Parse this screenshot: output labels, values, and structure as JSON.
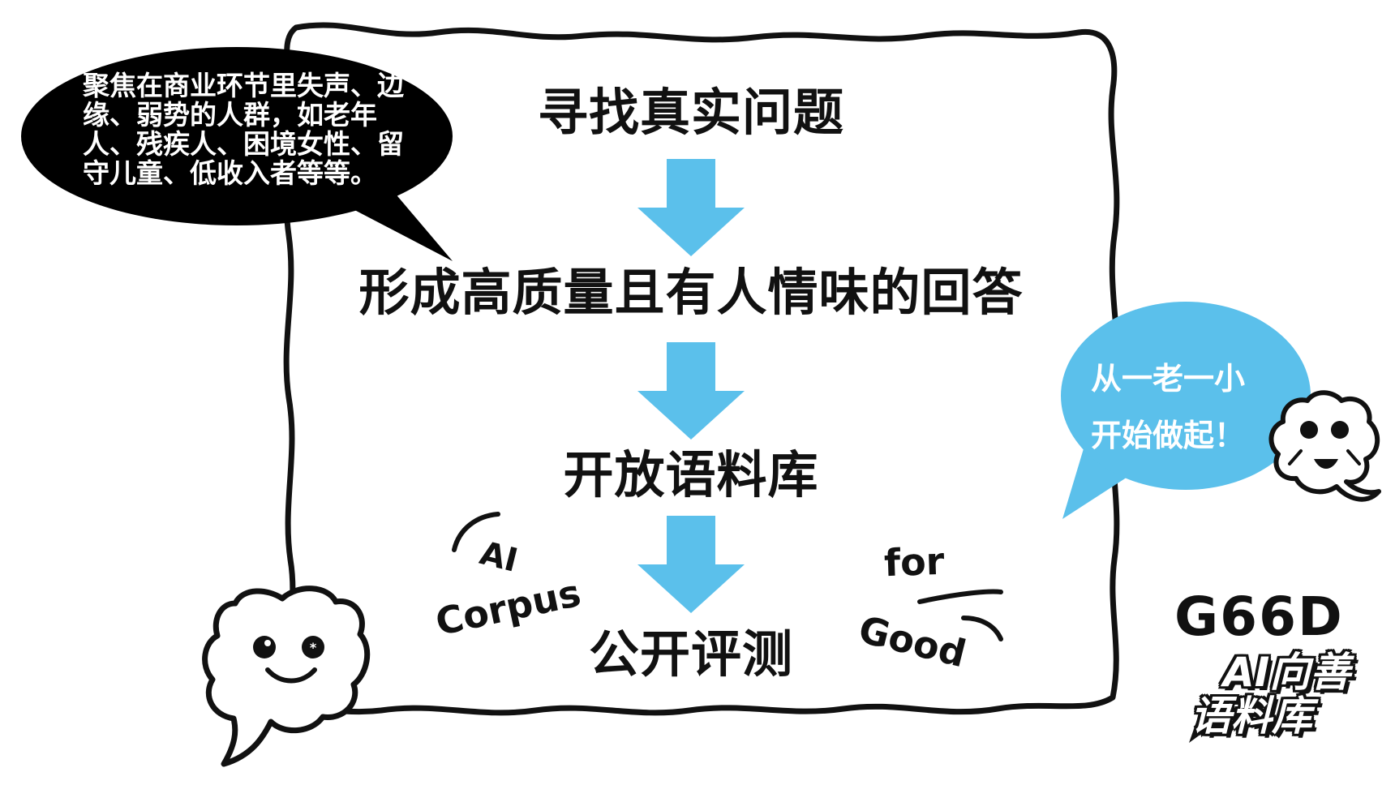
{
  "flow": {
    "steps": [
      {
        "label": "寻找真实问题"
      },
      {
        "label": "形成高质量且有人情味的回答"
      },
      {
        "label": "开放语料库"
      },
      {
        "label": "公开评测"
      }
    ],
    "arrow_color": "#5bc0eb"
  },
  "callout_left": {
    "text": "聚焦在商业环节里失声、边缘、弱势的人群，如老年人、残疾人、困境女性、留守儿童、低收入者等等。",
    "fill": "#000000"
  },
  "callout_right": {
    "line1": "从一老一小",
    "line2": "开始做起！",
    "fill": "#5bc0eb"
  },
  "decorations": {
    "ai": "AI",
    "corpus": "Corpus",
    "for": "for",
    "good": "Good"
  },
  "logo": {
    "word": "G66D",
    "line1": "AI向善",
    "line2": "语料库"
  }
}
